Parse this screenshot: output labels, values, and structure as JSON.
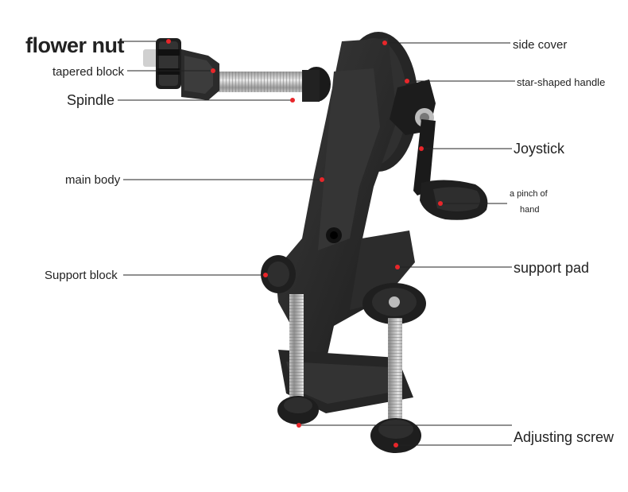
{
  "labels": {
    "flower_nut": "flower nut",
    "tapered_block": "tapered block",
    "spindle": "Spindle",
    "main_body": "main body",
    "support_block": "Support block",
    "side_cover": "side cover",
    "star_shaped_handle": "star-shaped handle",
    "joystick": "Joystick",
    "pinch_of_hand_line1": "a pinch of",
    "pinch_of_hand_line2": "hand",
    "support_pad": "support pad",
    "adjusting_screw": "Adjusting screw"
  },
  "colors": {
    "marker": "#e8262a",
    "leader_line": "#222222",
    "device_body": "#2a2a2a",
    "device_dark": "#161616",
    "metal": "#c8c8c8"
  }
}
